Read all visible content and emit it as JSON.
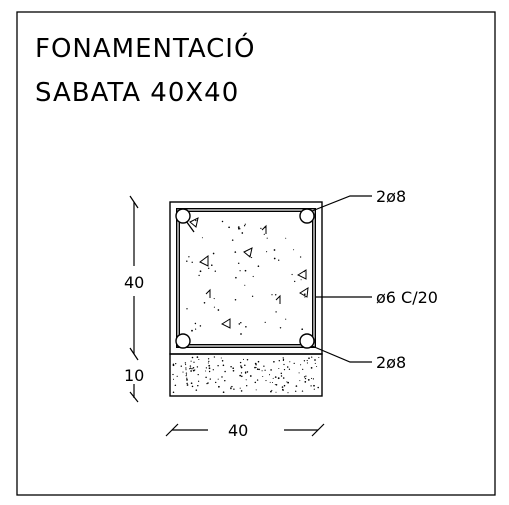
{
  "title": {
    "line1": "FONAMENTACIÓ",
    "line2": "SABATA 40X40"
  },
  "section": {
    "callouts": {
      "top_bars": "2ø8",
      "stirrups": "ø6 C/20",
      "bottom_bars": "2ø8"
    },
    "dimensions": {
      "height": "40",
      "base_layer": "10",
      "width": "40"
    }
  },
  "colors": {
    "ink": "#000000",
    "paper": "#ffffff"
  }
}
